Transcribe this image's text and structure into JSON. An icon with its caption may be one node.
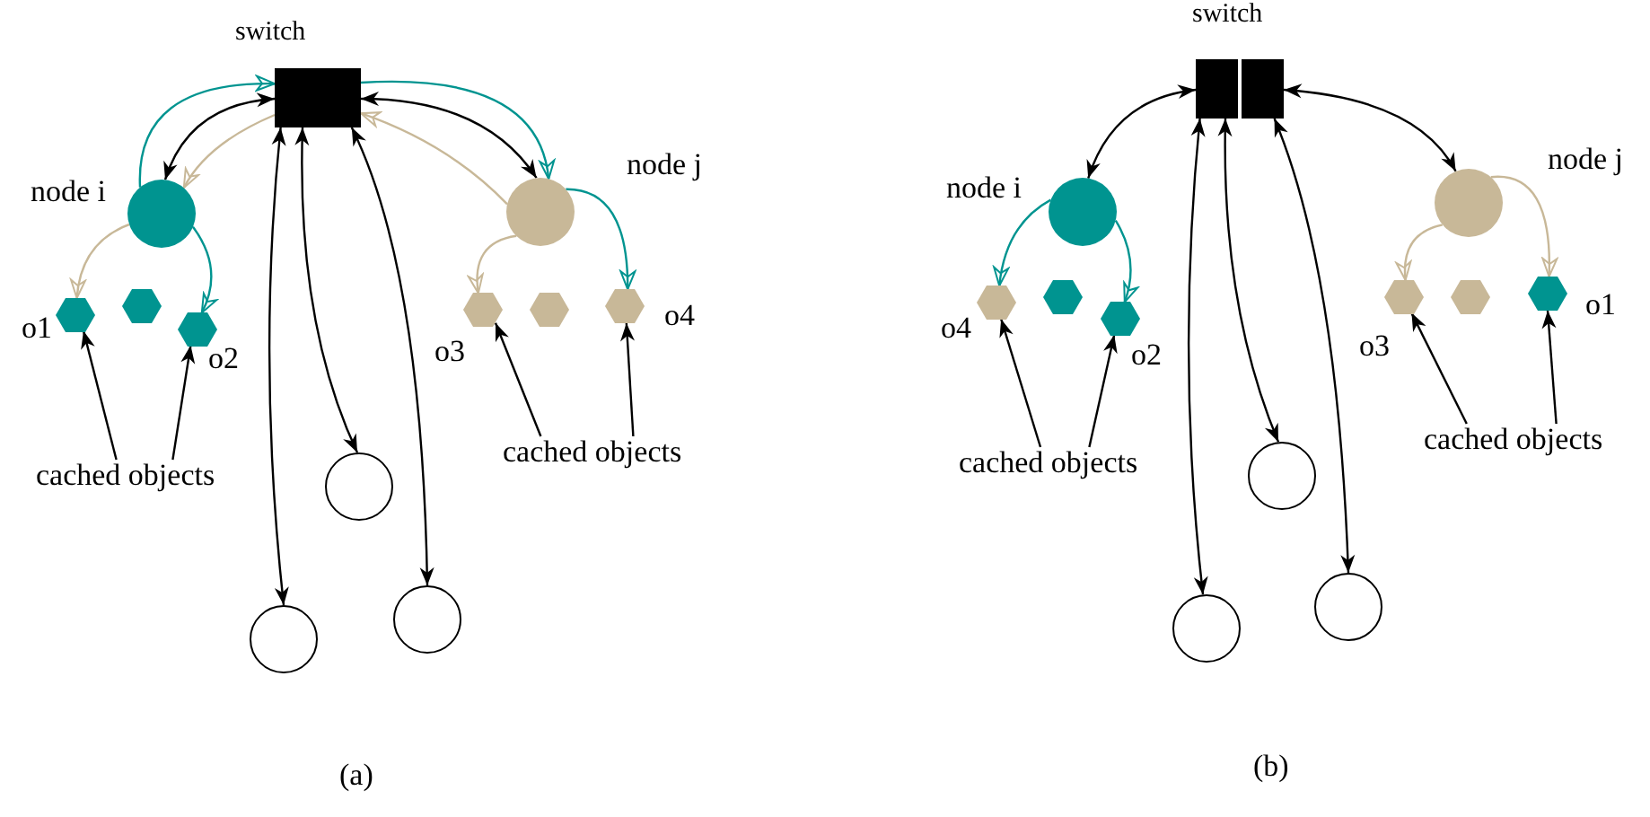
{
  "diagram": {
    "nodes": [
      {
        "text": [],
        "shape": "box",
        "beside": [
          "switch"
        ]
      },
      {
        "text": [],
        "shape": "circle",
        "beside": [
          "node i"
        ]
      },
      {
        "text": [],
        "shape": "circle",
        "beside": [
          "node j"
        ]
      },
      {
        "text": [],
        "shape": "hexagon",
        "beside": [
          "o1"
        ]
      },
      {
        "text": [],
        "shape": "hexagon"
      },
      {
        "text": [],
        "shape": "hexagon",
        "beside": [
          "o2"
        ]
      },
      {
        "text": [],
        "shape": "hexagon",
        "beside": [
          "o3"
        ]
      },
      {
        "text": [],
        "shape": "hexagon"
      },
      {
        "text": [],
        "shape": "hexagon",
        "beside": [
          "o4"
        ]
      },
      {
        "text": [
          "cached objects"
        ]
      },
      {
        "text": [
          "cached objects"
        ]
      },
      {
        "text": [],
        "shape": "circle"
      },
      {
        "text": [],
        "shape": "circle"
      },
      {
        "text": [],
        "shape": "circle"
      },
      {
        "text": [],
        "shape": "box",
        "beside": [
          "switch"
        ]
      },
      {
        "text": [],
        "shape": "circle",
        "beside": [
          "node i"
        ]
      },
      {
        "text": [],
        "shape": "circle",
        "beside": [
          "node j"
        ]
      },
      {
        "text": [],
        "shape": "hexagon",
        "beside": [
          "o4"
        ]
      },
      {
        "text": [],
        "shape": "hexagon"
      },
      {
        "text": [],
        "shape": "hexagon",
        "beside": [
          "o2"
        ]
      },
      {
        "text": [],
        "shape": "hexagon",
        "beside": [
          "o3"
        ]
      },
      {
        "text": [],
        "shape": "hexagon"
      },
      {
        "text": [],
        "shape": "hexagon",
        "beside": [
          "o1"
        ]
      },
      {
        "text": [
          "cached objects"
        ]
      },
      {
        "text": [
          "cached objects"
        ]
      },
      {
        "text": [],
        "shape": "circle"
      },
      {
        "text": [],
        "shape": "circle"
      },
      {
        "text": [],
        "shape": "circle"
      }
    ],
    "edges": [
      {
        "from": 0,
        "to": 1,
        "arrow": "both"
      },
      {
        "from": 0,
        "to": 2,
        "arrow": "both"
      },
      {
        "from": 0,
        "to": 11,
        "arrow": "both"
      },
      {
        "from": 0,
        "to": 12,
        "arrow": "both"
      },
      {
        "from": 0,
        "to": 13,
        "arrow": "both"
      },
      {
        "from": 1,
        "to": 0,
        "arrow": "to",
        "color": "#009490"
      },
      {
        "from": 0,
        "to": 2,
        "arrow": "to",
        "color": "#009490"
      },
      {
        "from": 2,
        "to": 0,
        "arrow": "to",
        "color": "#c8b898"
      },
      {
        "from": 0,
        "to": 1,
        "arrow": "to",
        "color": "#c8b898"
      },
      {
        "from": 1,
        "to": 3,
        "arrow": "to",
        "color": "#c8b898"
      },
      {
        "from": 1,
        "to": 5,
        "arrow": "to",
        "color": "#009490"
      },
      {
        "from": 2,
        "to": 6,
        "arrow": "to",
        "color": "#c8b898"
      },
      {
        "from": 2,
        "to": 8,
        "arrow": "to",
        "color": "#009490"
      },
      {
        "from": 9,
        "to": 3,
        "arrow": "to"
      },
      {
        "from": 9,
        "to": 5,
        "arrow": "to"
      },
      {
        "from": 10,
        "to": 6,
        "arrow": "to"
      },
      {
        "from": 10,
        "to": 8,
        "arrow": "to"
      },
      {
        "from": 14,
        "to": 15,
        "arrow": "both"
      },
      {
        "from": 14,
        "to": 16,
        "arrow": "both"
      },
      {
        "from": 14,
        "to": 25,
        "arrow": "both"
      },
      {
        "from": 14,
        "to": 26,
        "arrow": "both"
      },
      {
        "from": 14,
        "to": 27,
        "arrow": "both"
      },
      {
        "from": 15,
        "to": 17,
        "arrow": "to",
        "color": "#009490"
      },
      {
        "from": 15,
        "to": 19,
        "arrow": "to",
        "color": "#009490"
      },
      {
        "from": 16,
        "to": 20,
        "arrow": "to",
        "color": "#c8b898"
      },
      {
        "from": 16,
        "to": 22,
        "arrow": "to",
        "color": "#c8b898"
      },
      {
        "from": 23,
        "to": 17,
        "arrow": "to"
      },
      {
        "from": 23,
        "to": 19,
        "arrow": "to"
      },
      {
        "from": 24,
        "to": 20,
        "arrow": "to"
      },
      {
        "from": 24,
        "to": 22,
        "arrow": "to"
      }
    ],
    "labels": [
      "(a)",
      "(b)"
    ]
  }
}
